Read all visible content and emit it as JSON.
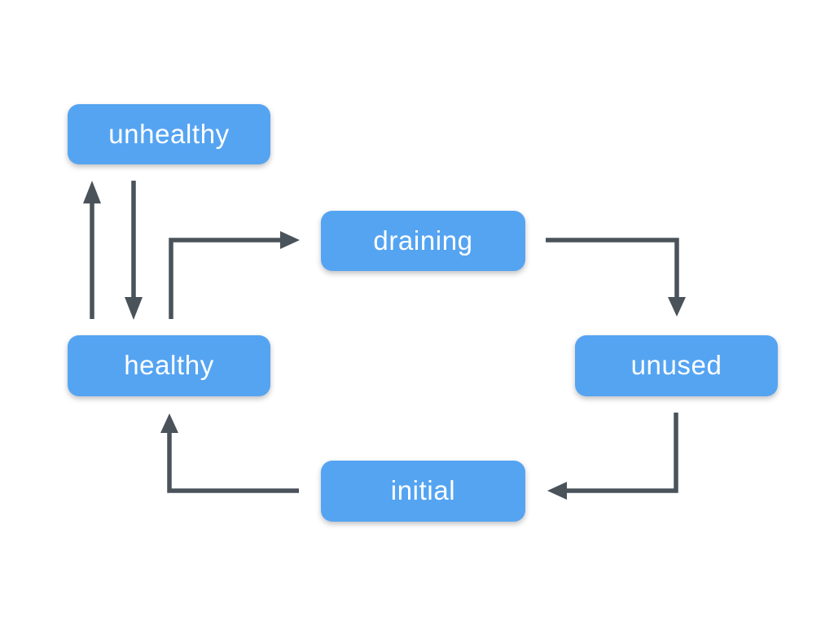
{
  "diagram": {
    "type": "state-diagram",
    "nodes": [
      {
        "id": "unhealthy",
        "label": "unhealthy"
      },
      {
        "id": "draining",
        "label": "draining"
      },
      {
        "id": "unused",
        "label": "unused"
      },
      {
        "id": "healthy",
        "label": "healthy"
      },
      {
        "id": "initial",
        "label": "initial"
      }
    ],
    "edges": [
      {
        "from": "healthy",
        "to": "unhealthy"
      },
      {
        "from": "unhealthy",
        "to": "healthy"
      },
      {
        "from": "healthy",
        "to": "draining"
      },
      {
        "from": "draining",
        "to": "unused"
      },
      {
        "from": "unused",
        "to": "initial"
      },
      {
        "from": "initial",
        "to": "healthy"
      }
    ]
  },
  "colors": {
    "node-fill": "#55a4f2",
    "node-text": "#ffffff",
    "arrow": "#4a525a",
    "background": "#ffffff"
  }
}
